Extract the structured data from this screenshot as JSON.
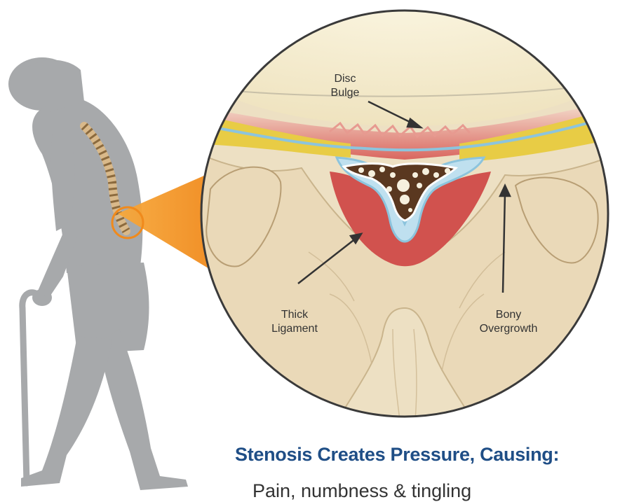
{
  "labels": {
    "disc_bulge_line1": "Disc",
    "disc_bulge_line2": "Bulge",
    "thick_ligament_line1": "Thick",
    "thick_ligament_line2": "Ligament",
    "bony_overgrowth_line1": "Bony",
    "bony_overgrowth_line2": "Overgrowth"
  },
  "heading": "Stenosis Creates Pressure, Causing:",
  "subline": "Pain, numbness & tingling",
  "colors": {
    "heading": "#1f4e86",
    "figure": "#a7a9ab",
    "magnifier": "#f59a2c",
    "ligament": "#d1524e",
    "bone": "#ead9b8",
    "disc": "#f3ecc8",
    "nerve_sac": "#bfe0ef",
    "fat_layer": "#e8cc45"
  }
}
